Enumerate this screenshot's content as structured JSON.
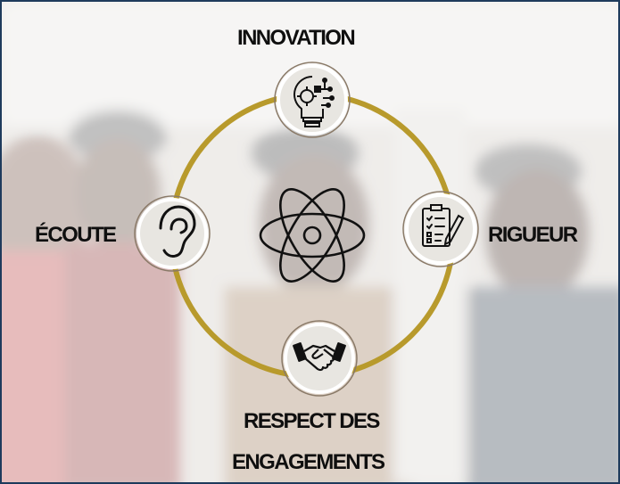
{
  "values": {
    "top": "INNOVATION",
    "right": "RIGUEUR",
    "left": "ÉCOUTE",
    "bottom_line1": "RESPECT DES",
    "bottom_line2": "ENGAGEMENTS"
  },
  "icons": {
    "center": "atom-icon",
    "top": "lightbulb-gear-circuit-icon",
    "right": "checklist-pencil-icon",
    "left": "ear-icon",
    "bottom": "handshake-icon"
  },
  "colors": {
    "ring": "#b89a2c",
    "node_fill": "#e8e6e1",
    "node_border": "#ffffff",
    "frame": "#1e3a5c",
    "text": "#0f0f0f"
  }
}
